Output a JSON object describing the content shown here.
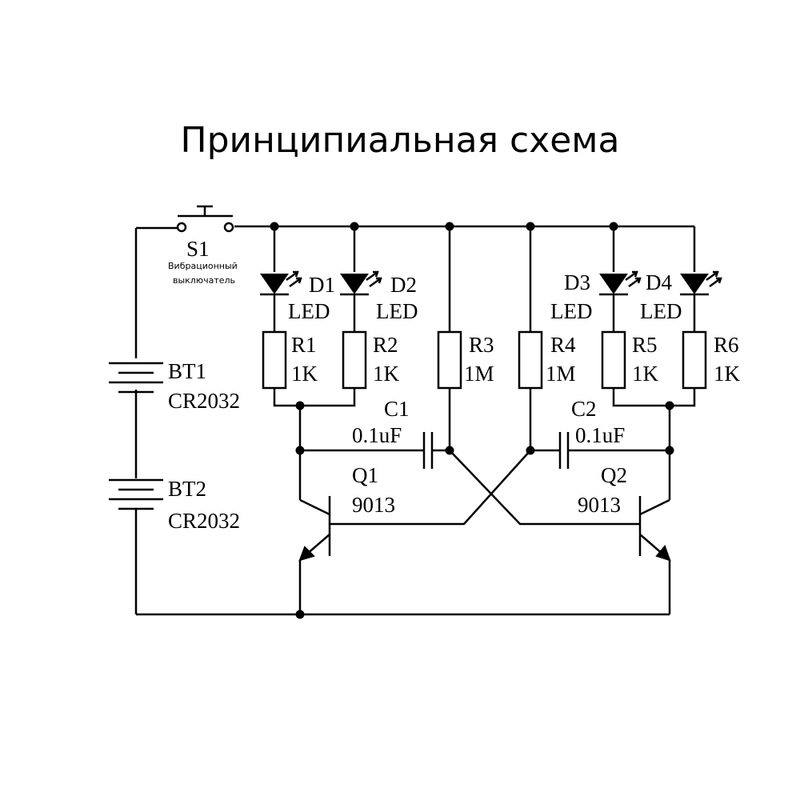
{
  "title": "Принципиальная схема",
  "switch": {
    "ref": "S1",
    "desc_line1": "Вибрационный",
    "desc_line2": "выключатель"
  },
  "batteries": [
    {
      "ref": "BT1",
      "value": "CR2032"
    },
    {
      "ref": "BT2",
      "value": "CR2032"
    }
  ],
  "leds": [
    {
      "ref": "D1",
      "type": "LED"
    },
    {
      "ref": "D2",
      "type": "LED"
    },
    {
      "ref": "D3",
      "type": "LED"
    },
    {
      "ref": "D4",
      "type": "LED"
    }
  ],
  "resistors": [
    {
      "ref": "R1",
      "value": "1K"
    },
    {
      "ref": "R2",
      "value": "1K"
    },
    {
      "ref": "R3",
      "value": "1M"
    },
    {
      "ref": "R4",
      "value": "1M"
    },
    {
      "ref": "R5",
      "value": "1K"
    },
    {
      "ref": "R6",
      "value": "1K"
    }
  ],
  "capacitors": [
    {
      "ref": "C1",
      "value": "0.1uF"
    },
    {
      "ref": "C2",
      "value": "0.1uF"
    }
  ],
  "transistors": [
    {
      "ref": "Q1",
      "value": "9013"
    },
    {
      "ref": "Q2",
      "value": "9013"
    }
  ]
}
